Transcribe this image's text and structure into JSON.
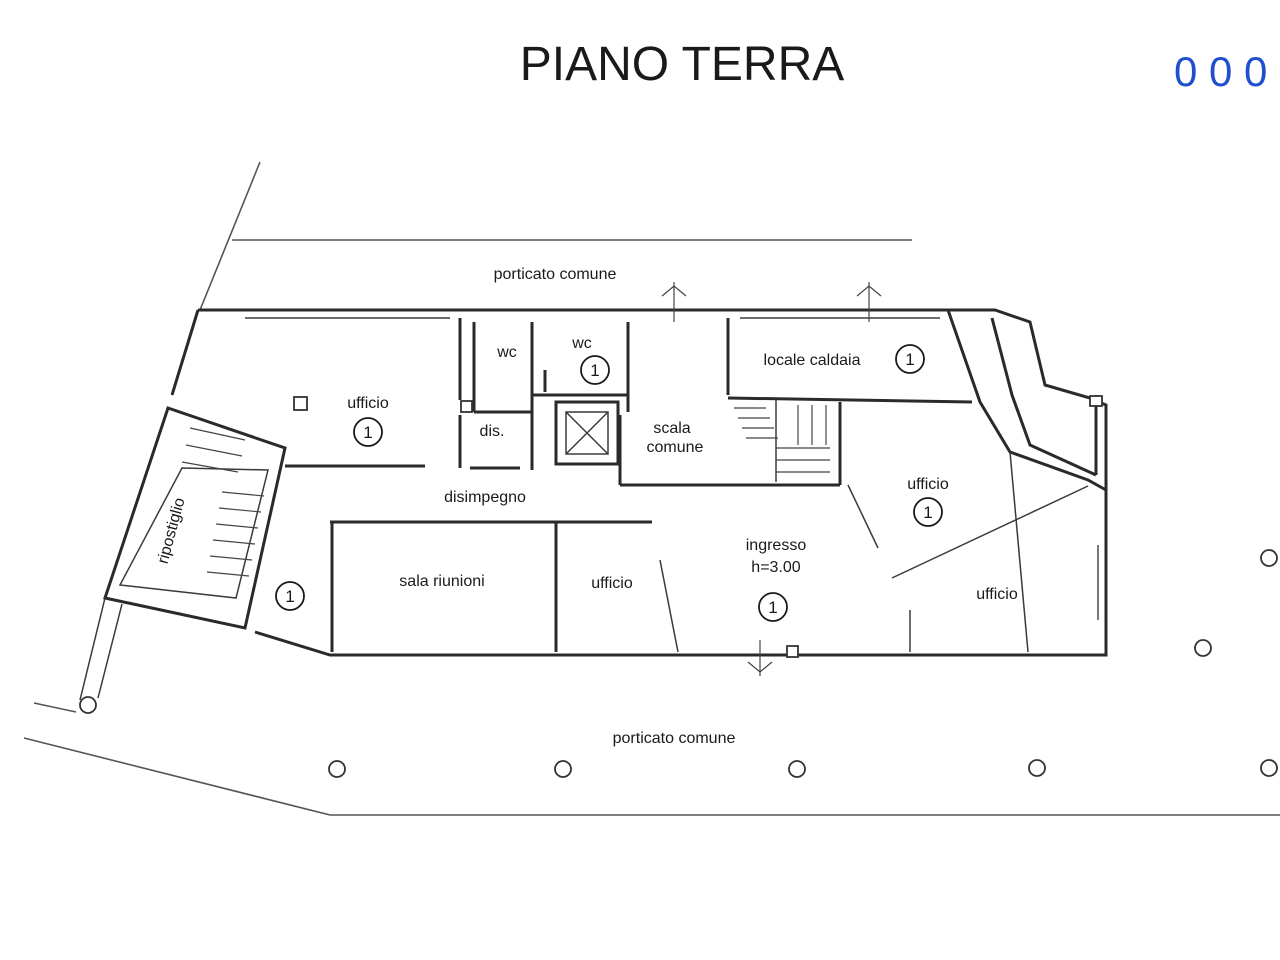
{
  "header": {
    "title": "PIANO TERRA",
    "code": "0 0 0"
  },
  "rooms": {
    "porticato_top": "porticato comune",
    "porticato_bottom": "porticato comune",
    "ufficio_1": "ufficio",
    "wc_1": "wc",
    "wc_2": "wc",
    "dis": "dis.",
    "scala_1": "scala",
    "scala_2": "comune",
    "locale_caldaia": "locale caldaia",
    "ufficio_2": "ufficio",
    "disimpegno": "disimpegno",
    "ripostiglio": "ripostiglio",
    "sala_riunioni": "sala riunioni",
    "ufficio_3": "ufficio",
    "ingresso": "ingresso",
    "altezza": "h=3.00",
    "ufficio_4": "ufficio"
  },
  "badge": "1"
}
